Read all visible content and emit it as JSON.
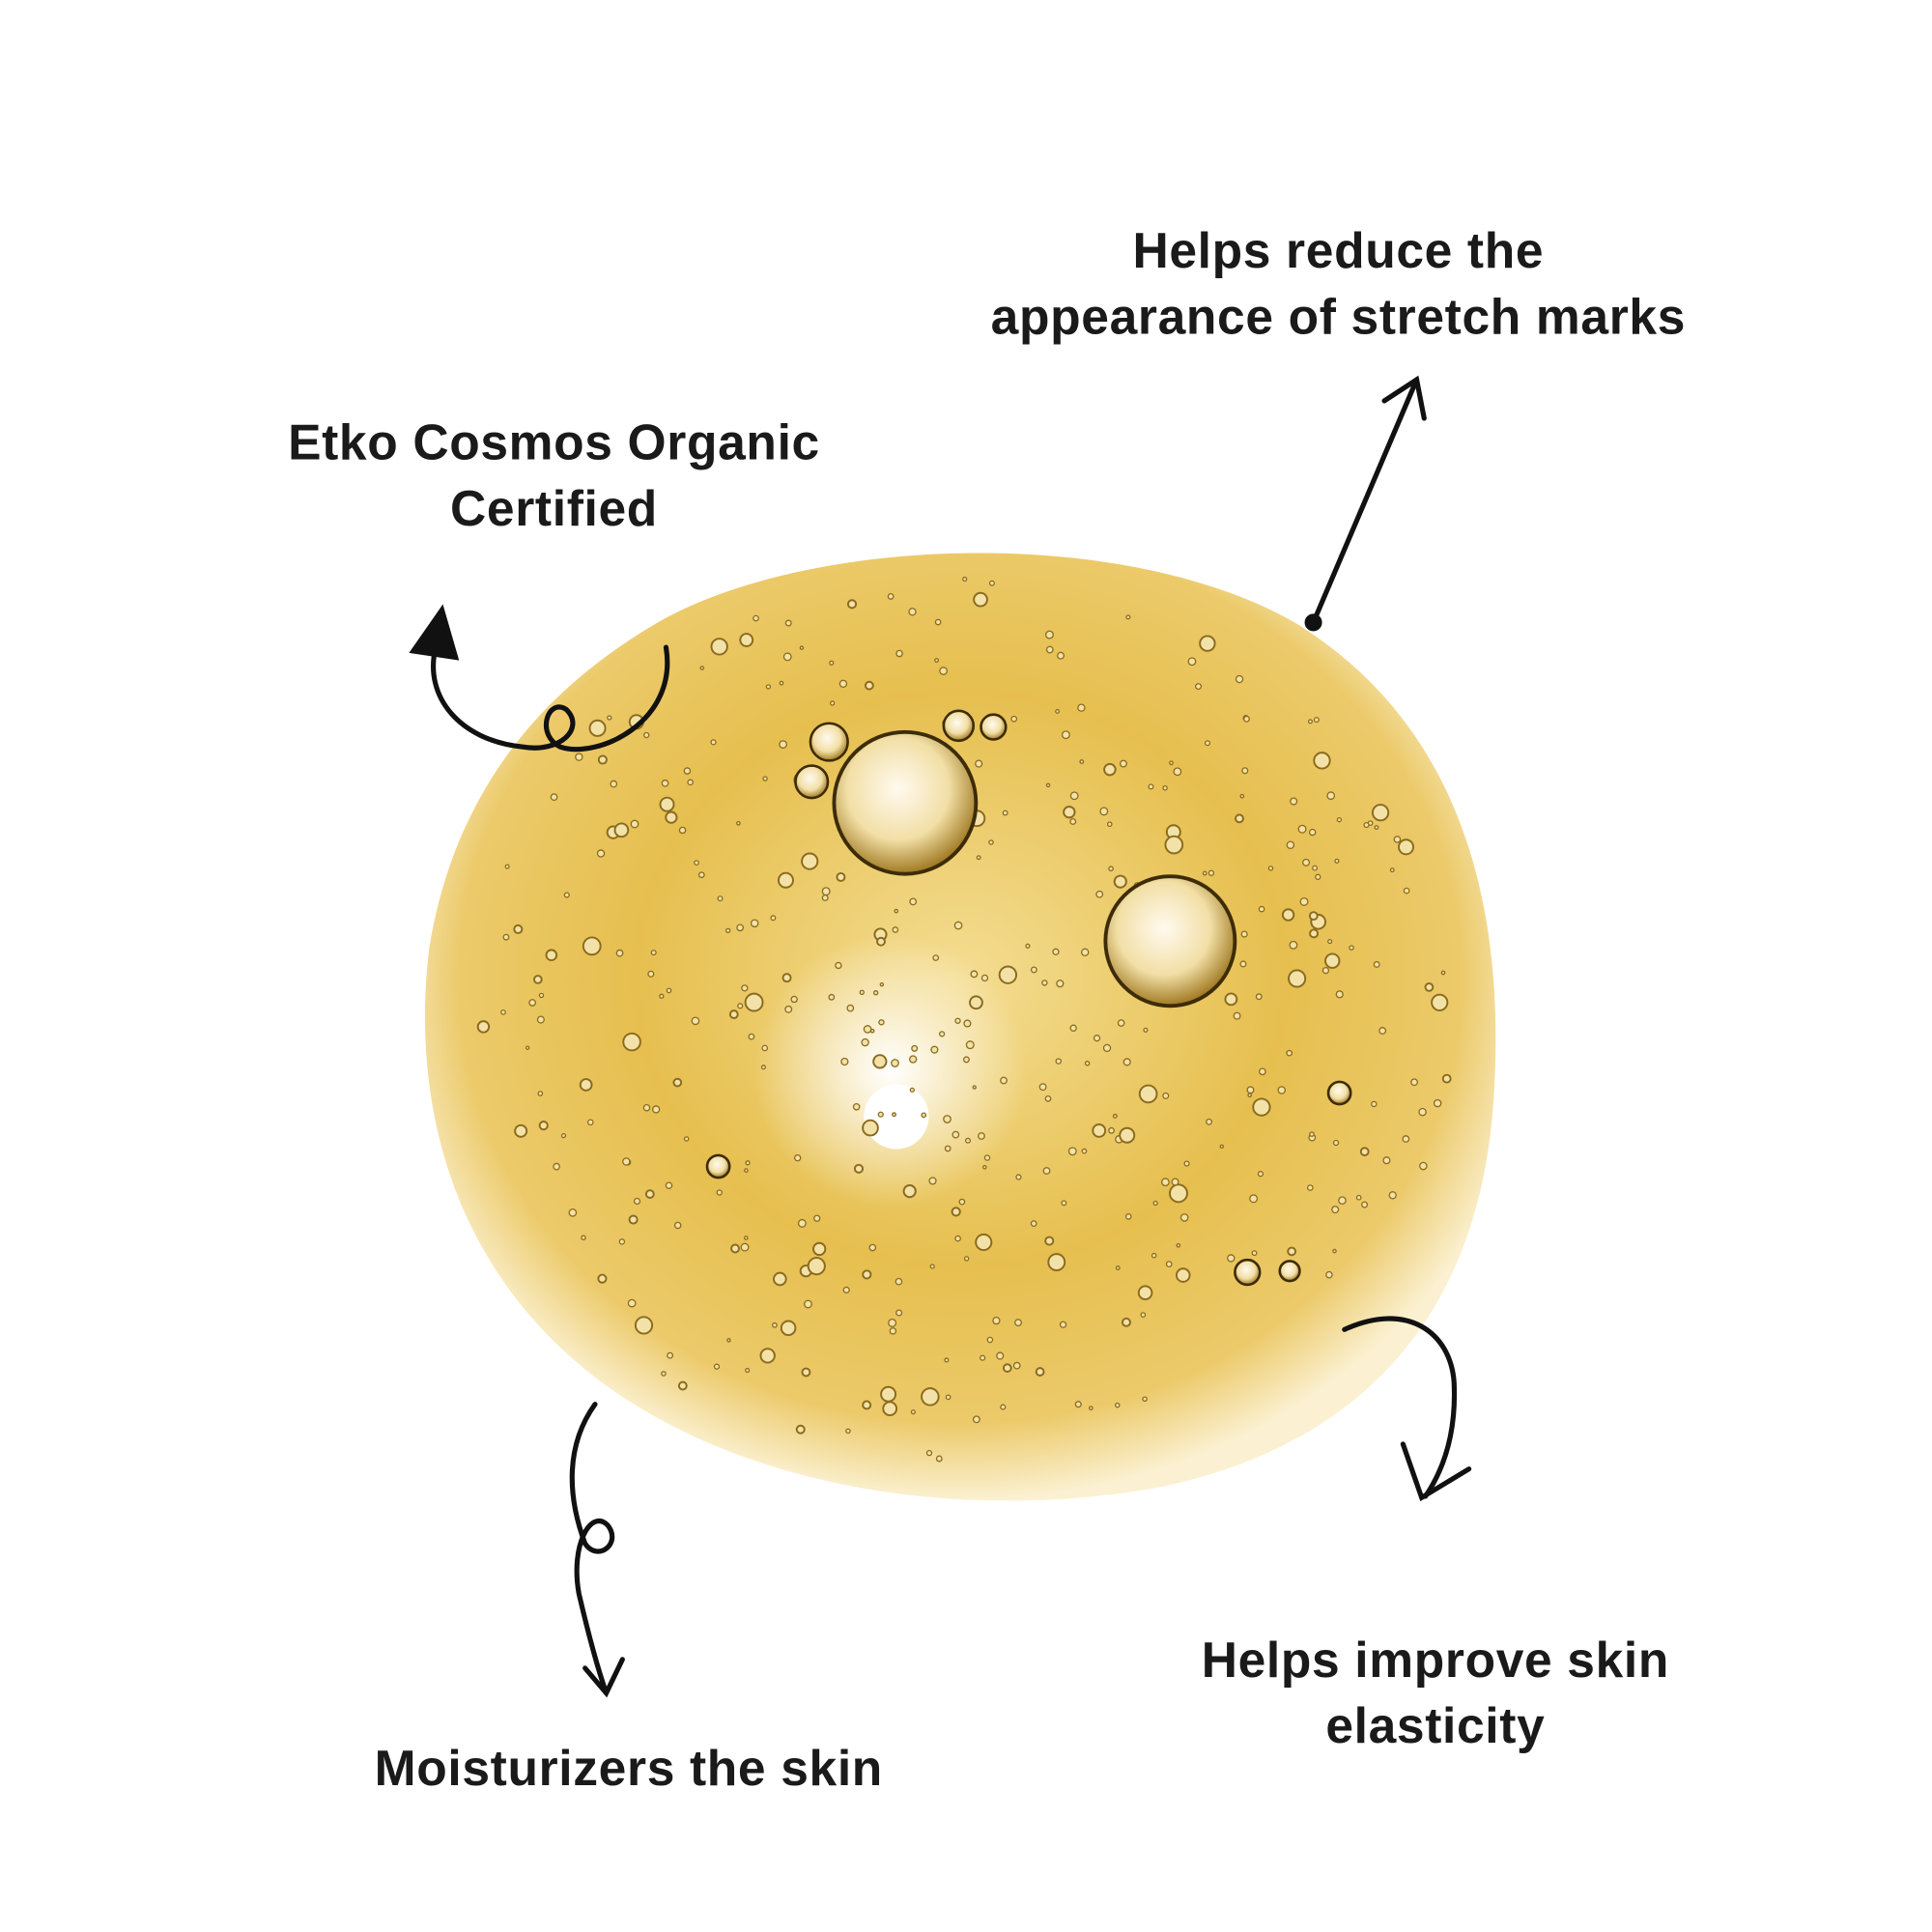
{
  "labels": {
    "stretch_marks": [
      "Helps reduce the",
      "appearance of stretch marks"
    ],
    "organic": [
      "Etko Cosmos Organic",
      "Certified"
    ],
    "moisturize": [
      "Moisturizers the skin"
    ],
    "elasticity": [
      "Helps improve skin",
      "elasticity"
    ]
  },
  "colors": {
    "oil": "#e6bf4f",
    "oil_light": "#f6e3a6",
    "ink": "#1a1a1a",
    "bubble": "#8a6a1e"
  }
}
